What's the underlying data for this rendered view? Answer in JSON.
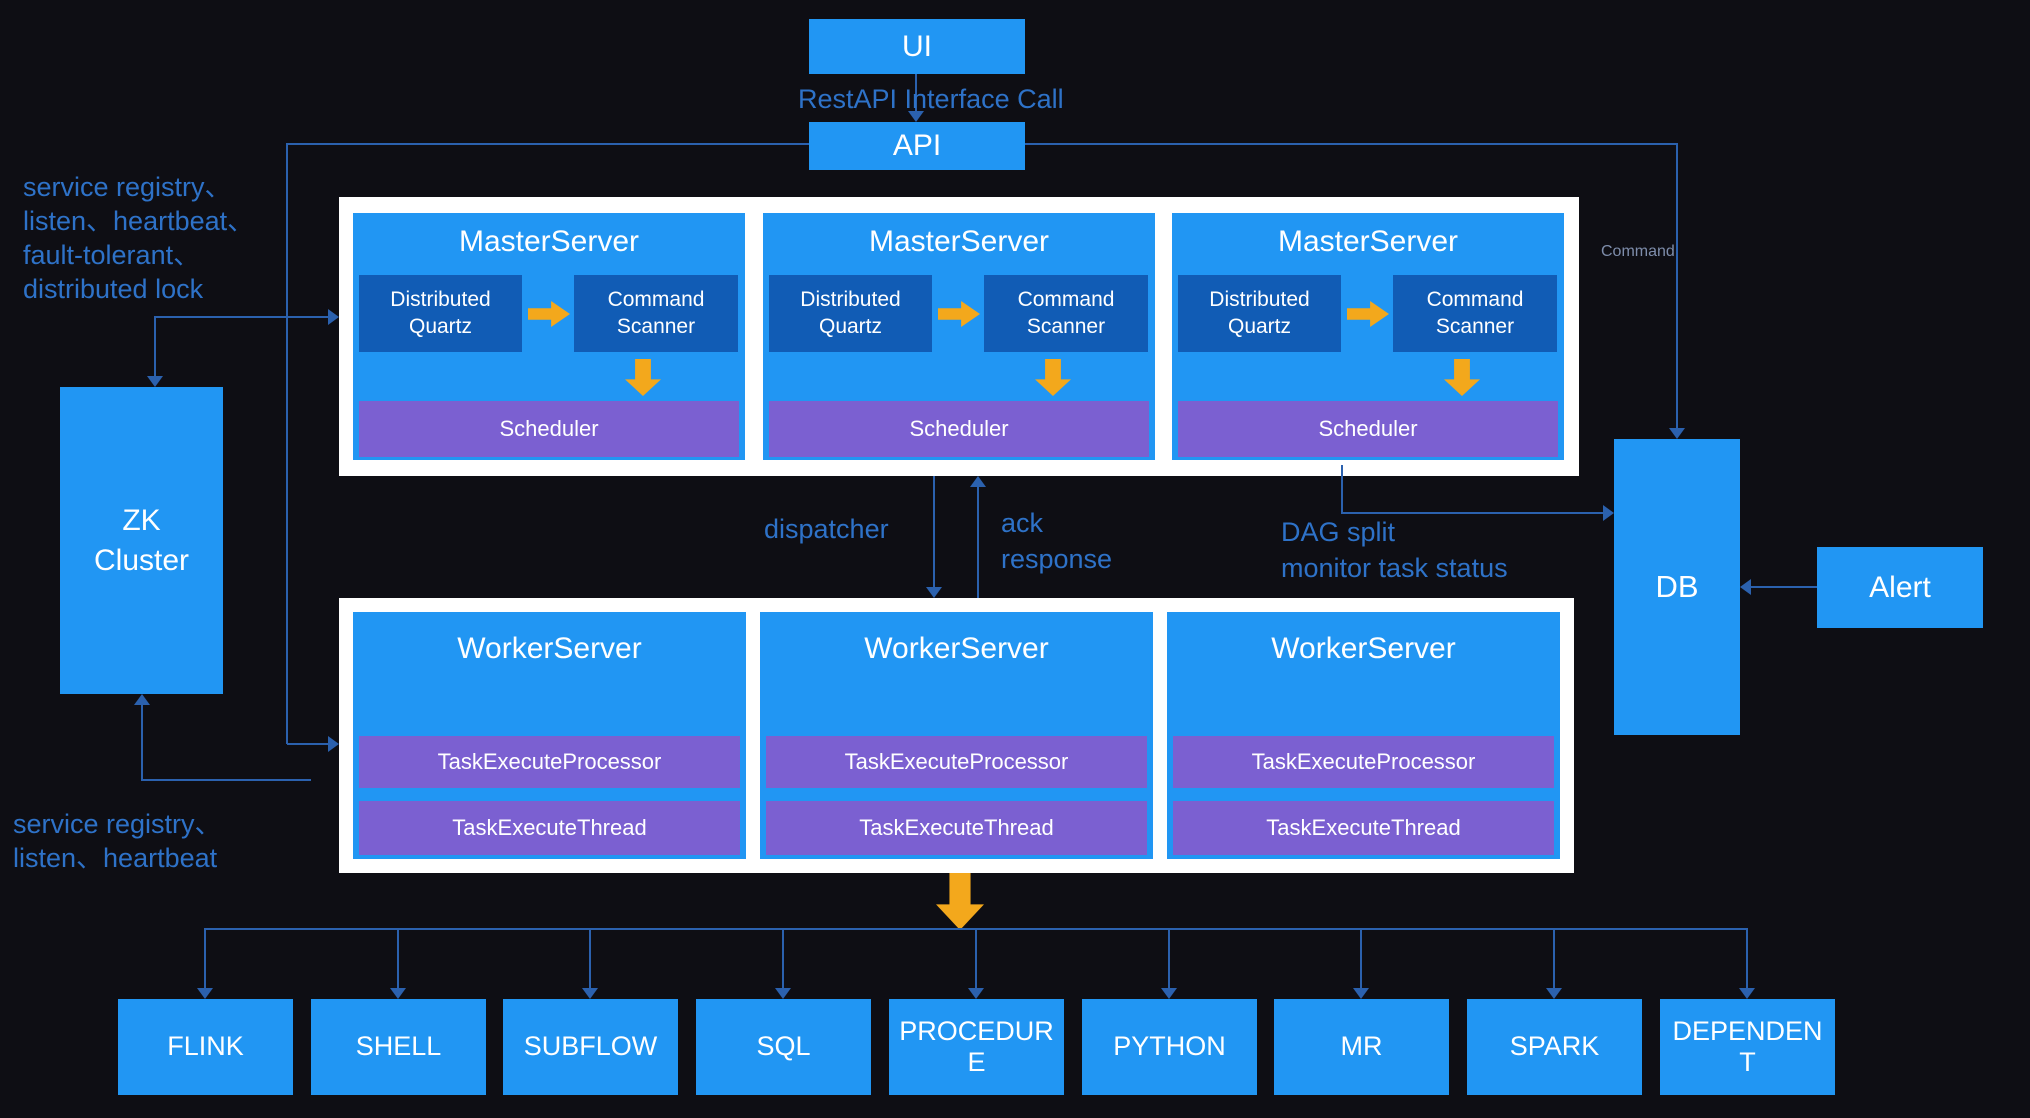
{
  "colors": {
    "background": "#0e0e14",
    "box_blue": "#2196f3",
    "box_blue_dark": "#115cb5",
    "purple": "#7b60d1",
    "yellow": "#f3a81c",
    "line_blue": "#2b61ae",
    "label_blue": "#2e72c8",
    "command_gray": "#7e8dab"
  },
  "flow_top": {
    "ui_label": "UI",
    "restapi_label": "RestAPI Interface Call",
    "api_label": "API",
    "command_label": "Command"
  },
  "zk": {
    "cluster_label": "ZK\nCluster",
    "note_top": "service registry、\nlisten、heartbeat、\nfault-tolerant、\ndistributed lock",
    "note_bottom": "service registry、\nlisten、heartbeat"
  },
  "master_servers": [
    {
      "title": "MasterServer",
      "quartz": "Distributed Quartz",
      "scanner": "Command Scanner",
      "scheduler": "Scheduler"
    },
    {
      "title": "MasterServer",
      "quartz": "Distributed Quartz",
      "scanner": "Command Scanner",
      "scheduler": "Scheduler"
    },
    {
      "title": "MasterServer",
      "quartz": "Distributed Quartz",
      "scanner": "Command Scanner",
      "scheduler": "Scheduler"
    }
  ],
  "flow_middle": {
    "dispatcher": "dispatcher",
    "ack_response": "ack\nresponse",
    "dag_note": "DAG split\nmonitor task status"
  },
  "worker_servers": [
    {
      "title": "WorkerServer",
      "processor": "TaskExecuteProcessor",
      "thread": "TaskExecuteThread"
    },
    {
      "title": "WorkerServer",
      "processor": "TaskExecuteProcessor",
      "thread": "TaskExecuteThread"
    },
    {
      "title": "WorkerServer",
      "processor": "TaskExecuteProcessor",
      "thread": "TaskExecuteThread"
    }
  ],
  "storage": {
    "db_label": "DB",
    "alert_label": "Alert"
  },
  "task_types": [
    "FLINK",
    "SHELL",
    "SUBFLOW",
    "SQL",
    "PROCEDURE",
    "PYTHON",
    "MR",
    "SPARK",
    "DEPENDENT"
  ]
}
